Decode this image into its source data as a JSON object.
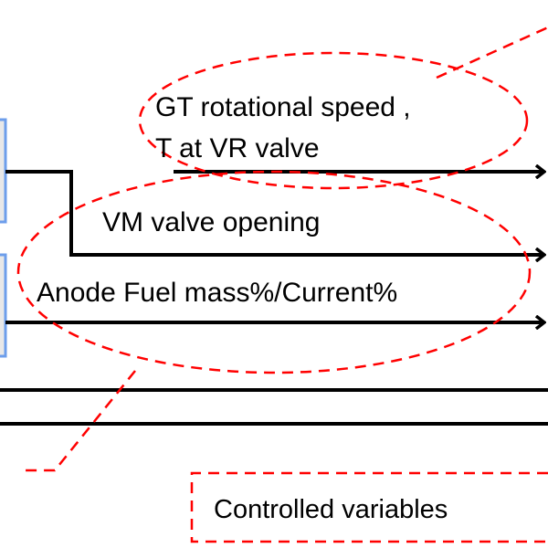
{
  "labels": {
    "gt_speed": "GT rotational speed ,",
    "t_vr_valve": "T at VR valve",
    "vm_valve": "VM valve opening",
    "anode_fuel": "Anode Fuel mass%/Current%",
    "legend": "Controlled variables"
  },
  "colors": {
    "highlight": "#ff0000",
    "block_border": "#6d9eeb",
    "line": "#000000"
  }
}
